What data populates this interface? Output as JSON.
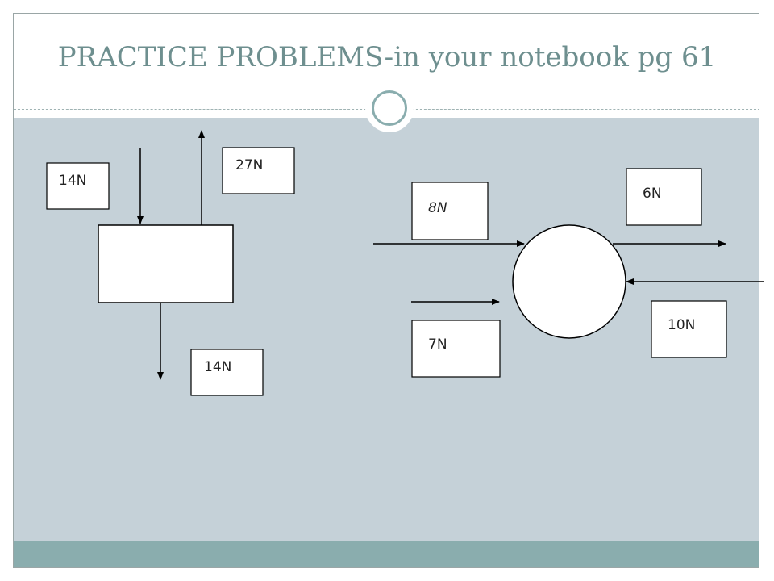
{
  "slide": {
    "title": "PRACTICE PROBLEMS-in your notebook pg 61"
  },
  "diagram": {
    "box_problem": {
      "labels": [
        "14N",
        "27N",
        "14N"
      ]
    },
    "circle_problem": {
      "labels": [
        "8N",
        "6N",
        "7N",
        "10N"
      ]
    }
  },
  "theme": {
    "title_color": "#6e8f8f",
    "panel_color": "#c5d1d8",
    "footer_color": "#8aadae"
  }
}
